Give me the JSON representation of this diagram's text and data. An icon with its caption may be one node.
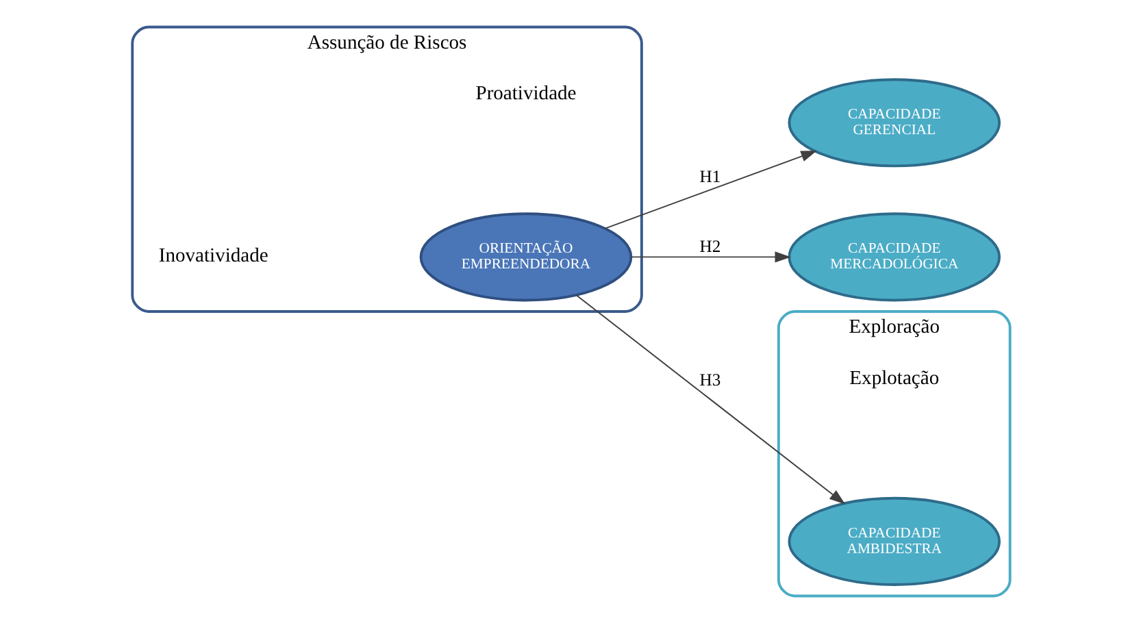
{
  "diagram": {
    "nodes": [
      {
        "text": [
          "Assunção de Riscos",
          "Inovatividade",
          "Proatividade"
        ]
      },
      {
        "text": [
          "ORIENTAÇÃO EMPREENDEDORA"
        ],
        "in": 0
      },
      {
        "text": [
          "CAPACIDADE GERENCIAL"
        ]
      },
      {
        "text": [
          "CAPACIDADE MERCADOLÓGICA"
        ]
      },
      {
        "text": [
          "Exploração",
          "Explotação"
        ]
      },
      {
        "text": [
          "CAPACIDADE AMBIDESTRA"
        ],
        "in": 4
      }
    ],
    "edges": [
      {
        "from": 1,
        "to": 2,
        "arrow": "to",
        "label": "H1"
      },
      {
        "from": 1,
        "to": 3,
        "arrow": "to",
        "label": "H2"
      },
      {
        "from": 1,
        "to": 5,
        "arrow": "to",
        "label": "H3"
      }
    ]
  }
}
